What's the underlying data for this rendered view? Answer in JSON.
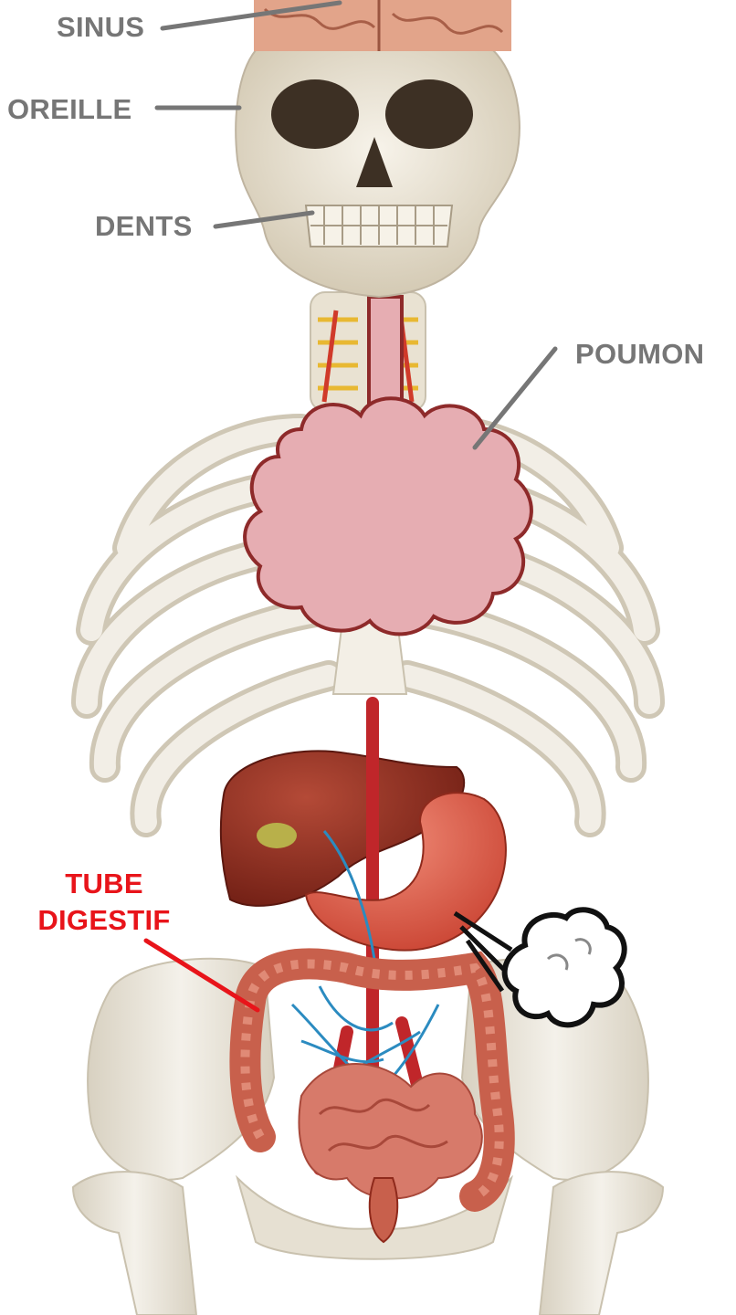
{
  "labels": {
    "sinus": "SINUS",
    "oreille": "OREILLE",
    "dents": "DENTS",
    "poumon": "POUMON",
    "tube_line1": "TUBE",
    "tube_line2": "DIGESTIF"
  },
  "colors": {
    "label_gray": "#767676",
    "label_red": "#e8141a",
    "bone": "#eeeae0",
    "bone_shadow": "#c9c1ae",
    "lung_fill": "#e6adb2",
    "lung_stroke": "#8e2a2a",
    "liver": "#8f2a1c",
    "stomach": "#dd5a4a",
    "intestine": "#d77a6a",
    "colon": "#c8604c",
    "vessel_red": "#c0262a",
    "vessel_blue": "#2b8bc0",
    "brain": "#e2a48a",
    "gas_cloud": "#ffffff"
  },
  "icons": [
    "skull",
    "brain",
    "trachea",
    "lung-cloud",
    "rib-cage",
    "spine",
    "liver",
    "stomach",
    "colon",
    "small-intestine",
    "pelvis",
    "femur",
    "gas-cloud"
  ]
}
